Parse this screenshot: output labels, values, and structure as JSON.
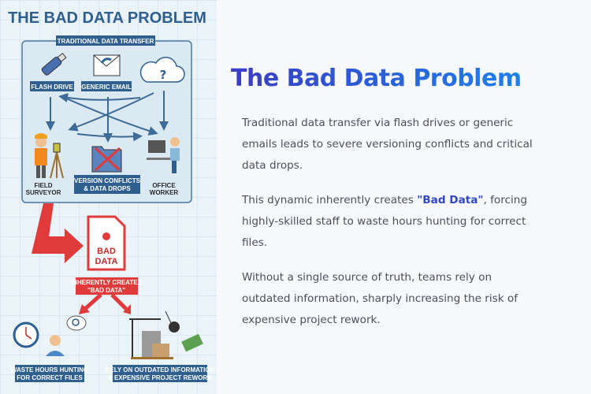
{
  "infographic": {
    "title": "THE BAD DATA PROBLEM",
    "box_title": "TRADITIONAL DATA TRANSFER",
    "flash_drive": "FLASH DRIVE",
    "generic_email": "GENERIC EMAIL",
    "field_surveyor": [
      "FIELD",
      "SURVEYOR"
    ],
    "version_conflicts": [
      "VERSION CONFLICTS",
      "& DATA DROPS"
    ],
    "office_worker": [
      "OFFICE",
      "WORKER"
    ],
    "bad_data": [
      "BAD",
      "DATA"
    ],
    "creates": [
      "INHERENTLY CREATES",
      "\"BAD DATA\""
    ],
    "waste": [
      "WASTE HOURS HUNTING",
      "FOR CORRECT FILES"
    ],
    "rely": [
      "RELY ON OUTDATED INFORMATION",
      "& EXPENSIVE PROJECT REWORK"
    ],
    "cloud_symbol": "?"
  },
  "slide": {
    "title": "The Bad Data Problem",
    "p1": "Traditional data transfer via flash drives or generic emails leads to severe versioning conflicts and critical data drops.",
    "p2_before": "This dynamic inherently creates ",
    "p2_highlight": "\"Bad Data\"",
    "p2_after": ", forcing highly-skilled staff to waste hours hunting for correct files.",
    "p3": "Without a single source of truth, teams rely on outdated information, sharply increasing the risk of expensive project rework."
  },
  "colors": {
    "navy": "#2e5f8e",
    "red": "#e03a3a",
    "accent": "#3247c8"
  }
}
